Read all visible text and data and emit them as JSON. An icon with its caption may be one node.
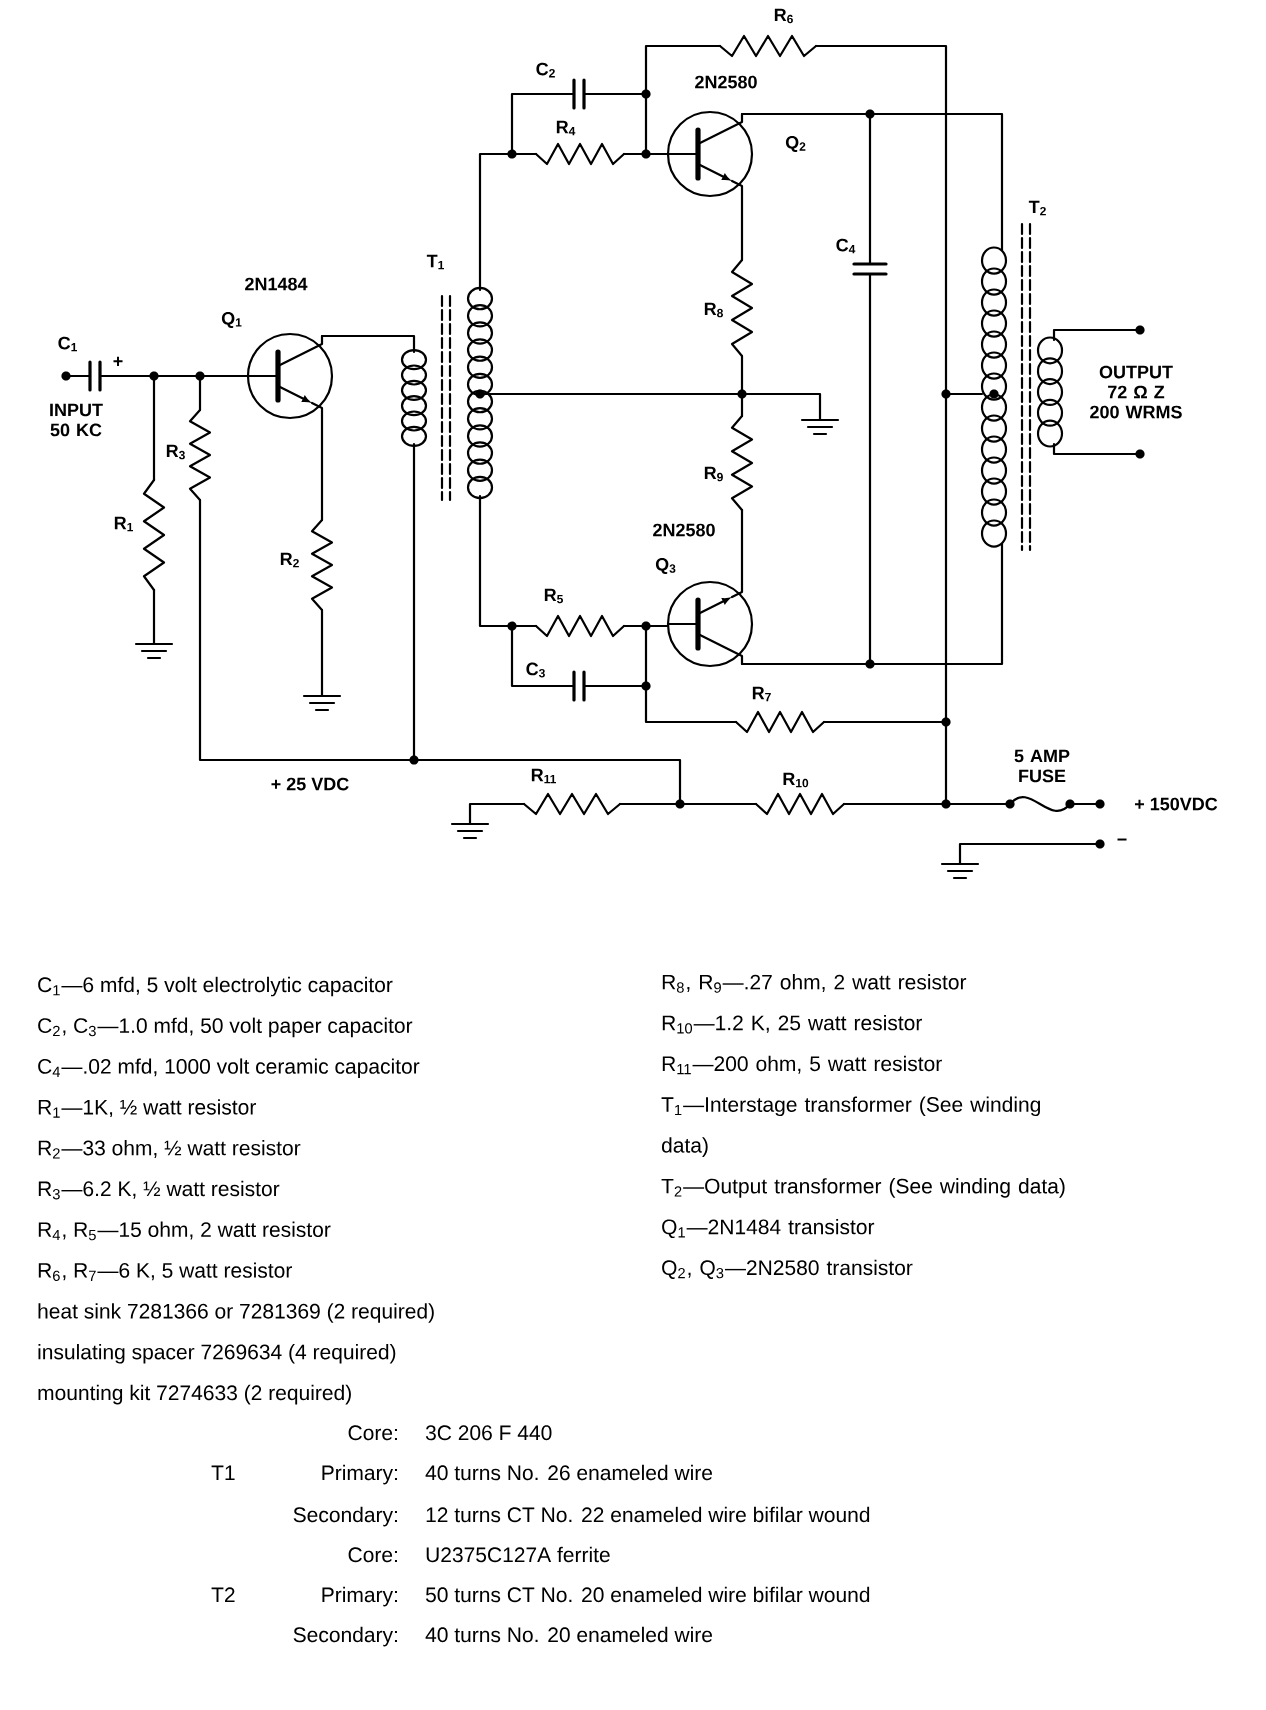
{
  "diagram": {
    "labels": [
      "R$_{6}$",
      "C$_{2}$",
      "2N2580",
      "R$_{4}$",
      "Q$_{2}$",
      "T$_{2}$",
      "C$_{4}$",
      "T$_{1}$",
      "2N1484",
      "Q$_{1}$",
      "R$_{8}$",
      "C$_{1}$",
      "+",
      "INPUT 50 KC",
      "OUTPUT 72 Ω Z 200 WRMS",
      "R$_{3}$",
      "R$_{9}$",
      "R$_{1}$",
      "2N2580",
      "R$_{2}$",
      "Q$_{3}$",
      "R$_{5}$",
      "C$_{3}$",
      "R$_{7}$",
      "+ 25 VDC",
      "5 AMP FUSE",
      "R$_{11}$",
      "R$_{10}$",
      "+ 150VDC",
      "−",
      "C$_{1}$—6 mfd, 5 volt electrolytic capacitor",
      "R$_{8}$, R$_{9}$—.27 ohm, 2 watt resistor",
      "C$_{2}$, C$_{3}$—1.0 mfd, 50 volt paper capacitor",
      "R$_{10}$—1.2 K, 25 watt resistor",
      "C$_{4}$—.02 mfd, 1000 volt ceramic capacitor",
      "R$_{11}$—200 ohm, 5 watt resistor",
      "R$_{1}$—1K, ½ watt resistor",
      "T$_{1}$—Interstage transformer (See winding data)",
      "R$_{2}$—33 ohm, ½ watt resistor",
      "R$_{3}$—6.2 K, ½ watt resistor",
      "T$_{2}$—Output transformer (See winding data)",
      "R$_{4}$, R$_{5}$—15 ohm, 2 watt resistor",
      "Q$_{1}$—2N1484 transistor",
      "R$_{6}$, R$_{7}$—6 K, 5 watt resistor",
      "Q$_{2}$, Q$_{3}$—2N2580 transistor",
      "heat sink 7281366 or 7281369 (2 required)",
      "insulating spacer 7269634 (4 required)",
      "mounting kit 7274633 (2 required)",
      "Core:",
      "3C 206 F 440",
      "T1",
      "Primary:",
      "40 turns No. 26 enameled wire",
      "Secondary:",
      "12 turns CT No. 22 enameled wire bifilar wound",
      "Core:",
      "U2375C127A ferrite",
      "T2",
      "Primary:",
      "50 turns CT No. 20 enameled wire bifilar wound",
      "Secondary:",
      "40 turns No. 20 enameled wire"
    ]
  }
}
